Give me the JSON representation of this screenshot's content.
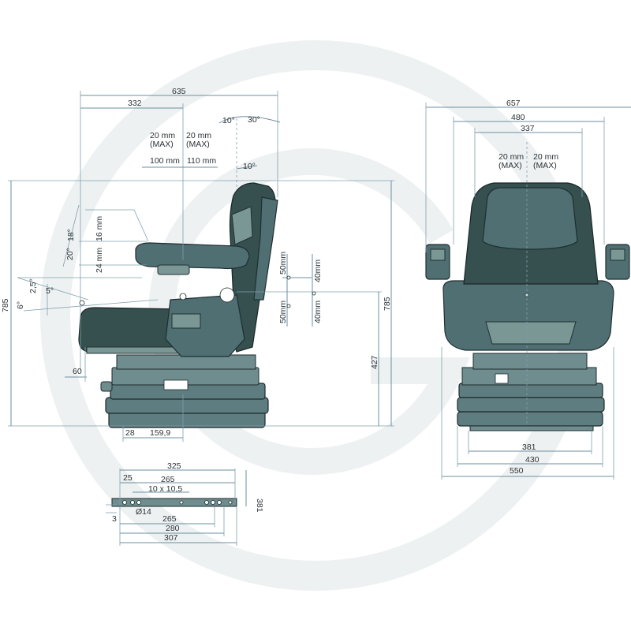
{
  "watermark": {
    "ring_color": "#eef1f2",
    "letter": "G"
  },
  "colors": {
    "seat": "#4f6f73",
    "seat_dark": "#35504f",
    "dimension_line": "#6b8fa0",
    "text": "#2a3338"
  },
  "side_view": {
    "w_635": "635",
    "w_332": "332",
    "adj_fwd": "20 mm\n(MAX)",
    "adj_back": "20 mm\n(MAX)",
    "travel_fwd": "100 mm",
    "travel_back": "110 mm",
    "ang_10a": "10°",
    "ang_30": "30°",
    "ang_10b": "10°",
    "ang_20": "20°",
    "ang_18": "18°",
    "h_16": "16 mm",
    "h_24": "24 mm",
    "ang_25": "2,5°",
    "ang_5": "5°",
    "ang_6": "6°",
    "h_785_left": "785",
    "h_785_right": "785",
    "h_427": "427",
    "v_50_top": "50mm",
    "v_40_top": "40mm",
    "v_50_bot": "50mm",
    "v_40_bot": "40mm",
    "d_60": "60",
    "d_28": "28",
    "d_159": "159,9"
  },
  "rail_view": {
    "w_325": "325",
    "d_25": "25",
    "d_265_top": "265",
    "slot": "10 x 10,5",
    "h_381": "381",
    "d_3": "3",
    "hole": "Ø14",
    "d_265_bot": "265",
    "d_280": "280",
    "d_307": "307"
  },
  "front_view": {
    "w_657": "657",
    "w_480": "480",
    "w_337": "337",
    "adj_left": "20 mm\n(MAX)",
    "adj_right": "20 mm\n(MAX)",
    "w_381": "381",
    "w_430": "430",
    "w_550": "550"
  }
}
